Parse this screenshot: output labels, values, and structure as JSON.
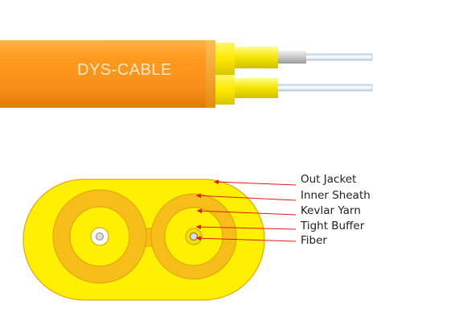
{
  "product": {
    "brand_label": "DYS-CABLE"
  },
  "colors": {
    "orange_jacket": "#f7931e",
    "yellow_jacket": "#ffef00",
    "inner_sheath": "#f5c400",
    "tight_buffer_yellow": "#f2e000",
    "arrow_red": "#e41818",
    "fiber_core": "#dcdcdc"
  },
  "legend": [
    {
      "label": "Out Jacket"
    },
    {
      "label": "Inner Sheath"
    },
    {
      "label": "Kevlar Yarn"
    },
    {
      "label": "Tight Buffer"
    },
    {
      "label": "Fiber"
    }
  ]
}
